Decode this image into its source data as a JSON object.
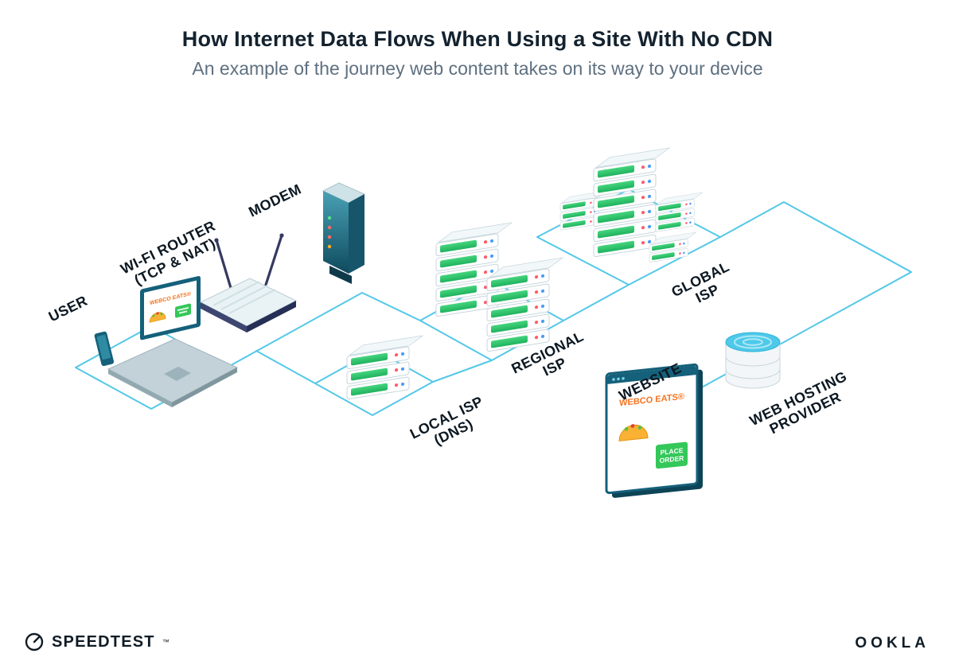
{
  "header": {
    "title": "How Internet Data Flows When Using a Site With No CDN",
    "subtitle": "An example of the journey web content takes on its way to your device"
  },
  "labels": {
    "user": "USER",
    "router_l1": "WI-FI ROUTER",
    "router_l2": "(TCP & NAT)",
    "modem": "MODEM",
    "local_l1": "LOCAL ISP",
    "local_l2": "(DNS)",
    "regional_l1": "REGIONAL",
    "regional_l2": "ISP",
    "global_l1": "GLOBAL",
    "global_l2": "ISP",
    "website": "WEBSITE",
    "hosting_l1": "WEB HOSTING",
    "hosting_l2": "PROVIDER"
  },
  "screens": {
    "laptop_brand": "WEBCO EATS®",
    "website_brand": "WEBCO EATS®",
    "order_l1": "PLACE",
    "order_l2": "ORDER"
  },
  "footer": {
    "speedtest": "SPEEDTEST",
    "tm": "™",
    "ookla": "OOKLA"
  },
  "colors": {
    "line": "#54C8E8",
    "green": "#2ECC71",
    "teal": "#16697A",
    "orange": "#F4731F"
  }
}
